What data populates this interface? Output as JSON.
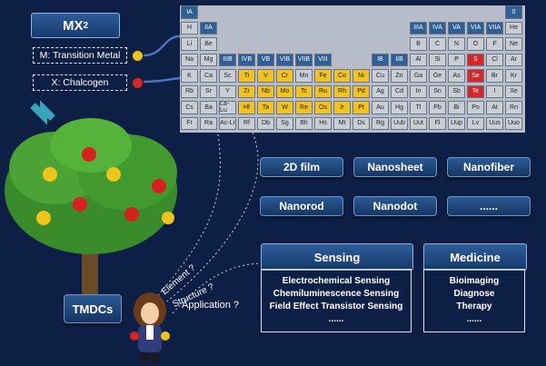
{
  "formula": {
    "main": "MX",
    "sub": "2"
  },
  "legend": {
    "metal_label": "M: Transition Metal",
    "metal_color": "#f2c320",
    "chalcogen_label": "X: Chalcogen",
    "chalcogen_color": "#d6262a"
  },
  "tmdcs_label": "TMDCs",
  "questions": {
    "element": "Element ?",
    "structure": "Structure ?",
    "application": "Application ?"
  },
  "morphologies": [
    "2D film",
    "Nanosheet",
    "Nanofiber",
    "Nanorod",
    "Nanodot",
    "......"
  ],
  "panels": {
    "sensing": {
      "title": "Sensing",
      "items": [
        "Electrochemical Sensing",
        "Chemiluminescence Sensing",
        "Field Effect Transistor Sensing",
        "......"
      ]
    },
    "medicine": {
      "title": "Medicine",
      "items": [
        "Bioimaging",
        "Diagnose",
        "Therapy",
        "......"
      ]
    }
  },
  "periodic_table": {
    "rows": [
      [
        "IA",
        "",
        "",
        "",
        "",
        "",
        "",
        "",
        "",
        "",
        "",
        "",
        "",
        "",
        "",
        "",
        "",
        "0"
      ],
      [
        "H",
        "IIA",
        "",
        "",
        "",
        "",
        "",
        "",
        "",
        "",
        "",
        "",
        "IIIA",
        "IVA",
        "VA",
        "VIA",
        "VIIA",
        "He"
      ],
      [
        "Li",
        "Be",
        "",
        "",
        "",
        "",
        "",
        "",
        "",
        "",
        "",
        "",
        "B",
        "C",
        "N",
        "O",
        "F",
        "Ne"
      ],
      [
        "Na",
        "Mg",
        "IIIB",
        "IVB",
        "VB",
        "VIB",
        "VIIB",
        "VIII",
        "",
        "",
        "IB",
        "IIB",
        "Al",
        "Si",
        "P",
        "S",
        "Cl",
        "Ar"
      ],
      [
        "K",
        "Ca",
        "Sc",
        "Ti",
        "V",
        "Cr",
        "Mn",
        "Fe",
        "Co",
        "Ni",
        "Cu",
        "Zn",
        "Ga",
        "Ge",
        "As",
        "Se",
        "Br",
        "Kr"
      ],
      [
        "Rb",
        "Sr",
        "Y",
        "Zr",
        "Nb",
        "Mo",
        "Tc",
        "Ru",
        "Rh",
        "Pd",
        "Ag",
        "Cd",
        "In",
        "Sn",
        "Sb",
        "Te",
        "I",
        "Xe"
      ],
      [
        "Cs",
        "Ba",
        "La-Lu",
        "Hf",
        "Ta",
        "W",
        "Re",
        "Os",
        "Ir",
        "Pt",
        "Au",
        "Hg",
        "Tl",
        "Pb",
        "Bi",
        "Po",
        "At",
        "Rn"
      ],
      [
        "Fr",
        "Ra",
        "Ac-Lr",
        "Rf",
        "Db",
        "Sg",
        "Bh",
        "Hs",
        "Mt",
        "Ds",
        "Rg",
        "Uub",
        "Uut",
        "Fl",
        "Uup",
        "Lv",
        "Uus",
        "Uuo"
      ]
    ],
    "header_labels": [
      "IA",
      "0",
      "IIA",
      "IIIA",
      "IVA",
      "VA",
      "VIA",
      "VIIA",
      "IIIB",
      "IVB",
      "VB",
      "VIB",
      "VIIB",
      "VIII",
      "IB",
      "IIB"
    ],
    "transition_metals": [
      "Ti",
      "V",
      "Cr",
      "Fe",
      "Co",
      "Ni",
      "Zr",
      "Nb",
      "Mo",
      "Tc",
      "Ru",
      "Rh",
      "Pd",
      "Hf",
      "Ta",
      "W",
      "Re",
      "Os",
      "Ir",
      "Pt"
    ],
    "chalcogens": [
      "S",
      "Se",
      "Te"
    ]
  }
}
